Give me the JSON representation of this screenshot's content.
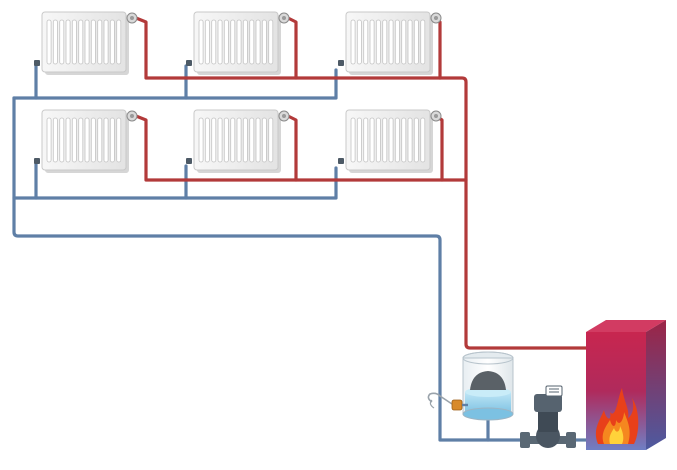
{
  "colors": {
    "background": "#ffffff",
    "supply_pipe": "#b23a3a",
    "return_pipe": "#5f7fa6",
    "radiator_body": "#ededed",
    "radiator_fin": "#cfcfcf",
    "boiler_top": "#d23b62",
    "boiler_side": "#9c2446",
    "boiler_bottom": "#6f7fc4",
    "flame_outer": "#e8401a",
    "flame_inner": "#ffd23a",
    "tank_water": "#9fd3ec",
    "pump": "#4d5a66"
  },
  "icons": {
    "radiator": "radiator-icon",
    "thermostatic_valve": "thermostatic-valve-icon",
    "bleed_valve": "bleed-valve-icon",
    "expansion_tank": "expansion-tank-icon",
    "pump": "circulation-pump-icon",
    "boiler": "boiler-icon",
    "flame": "flame-icon",
    "pressure_gauge": "pressure-gauge-icon",
    "safety_valve": "safety-valve-icon"
  },
  "diagram": {
    "radiator_rows": 2,
    "radiators_per_row": 3,
    "pipe_system": "two-pipe"
  }
}
